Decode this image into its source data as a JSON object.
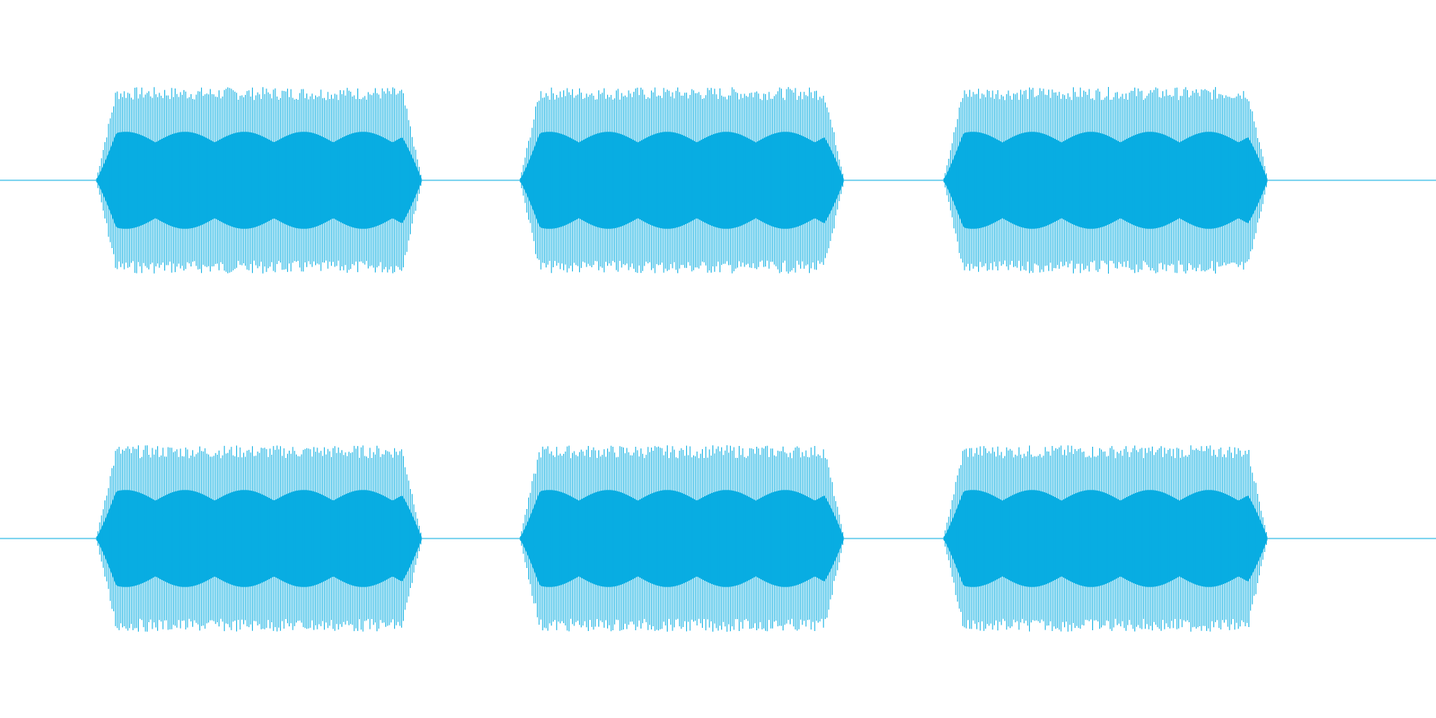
{
  "chart_data": {
    "type": "line",
    "title": "",
    "xlabel": "",
    "ylabel": "",
    "colors": {
      "waveform": "#08ade2",
      "background": "#ffffff"
    },
    "grid": false,
    "legend": "none",
    "x_range": [
      0,
      1
    ],
    "amplitude_range": [
      -1,
      1
    ],
    "channels": [
      {
        "bursts": [
          {
            "start": 0.067,
            "end": 0.294,
            "peak_amplitude": 0.9
          },
          {
            "start": 0.362,
            "end": 0.588,
            "peak_amplitude": 0.9
          },
          {
            "start": 0.657,
            "end": 0.883,
            "peak_amplitude": 0.9
          }
        ]
      },
      {
        "bursts": [
          {
            "start": 0.067,
            "end": 0.294,
            "peak_amplitude": 0.9
          },
          {
            "start": 0.362,
            "end": 0.588,
            "peak_amplitude": 0.9
          },
          {
            "start": 0.657,
            "end": 0.883,
            "peak_amplitude": 0.9
          }
        ]
      }
    ]
  }
}
